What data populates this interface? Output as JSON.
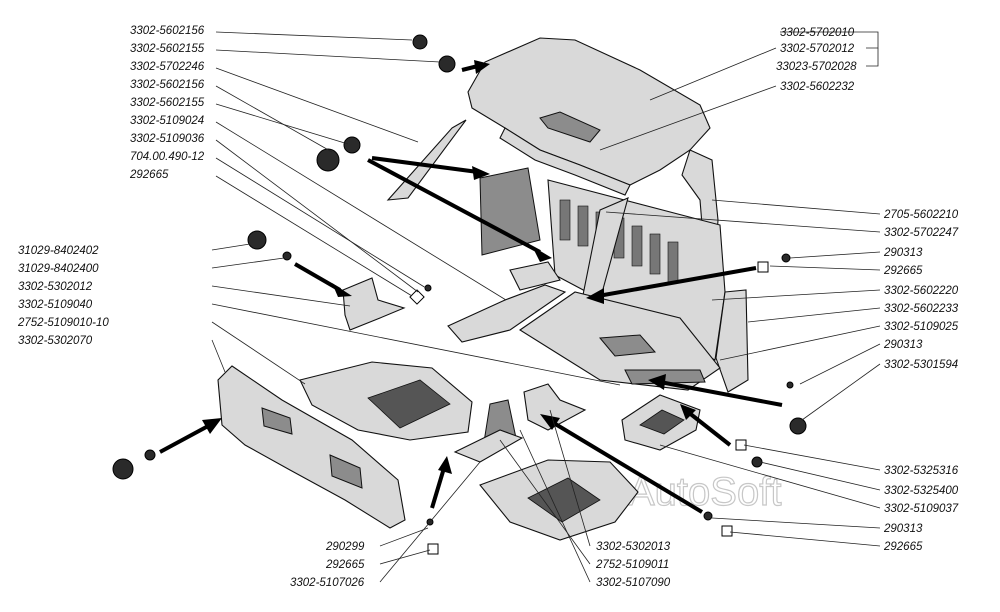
{
  "watermark": "AutoSoft",
  "labels_left": [
    "3302-5602156",
    "3302-5602155",
    "3302-5702246",
    "3302-5602156",
    "3302-5602155",
    "3302-5109024",
    "3302-5109036",
    "704.00.490-12",
    "292665",
    "31029-8402402",
    "31029-8402400",
    "3302-5302012",
    "3302-5109040",
    "2752-5109010-10",
    "3302-5302070"
  ],
  "labels_right": [
    "3302-5702010",
    "3302-5702012",
    "33023-5702028",
    "3302-5602232",
    "2705-5602210",
    "3302-5702247",
    "290313",
    "292665",
    "3302-5602220",
    "3302-5602233",
    "3302-5109025",
    "290313",
    "3302-5301594",
    "3302-5325316",
    "3302-5325400",
    "3302-5109037",
    "290313",
    "292665"
  ],
  "labels_bottom": [
    "290299",
    "292665",
    "3302-5107026",
    "3302-5302013",
    "2752-5109011",
    "3302-5107090"
  ]
}
